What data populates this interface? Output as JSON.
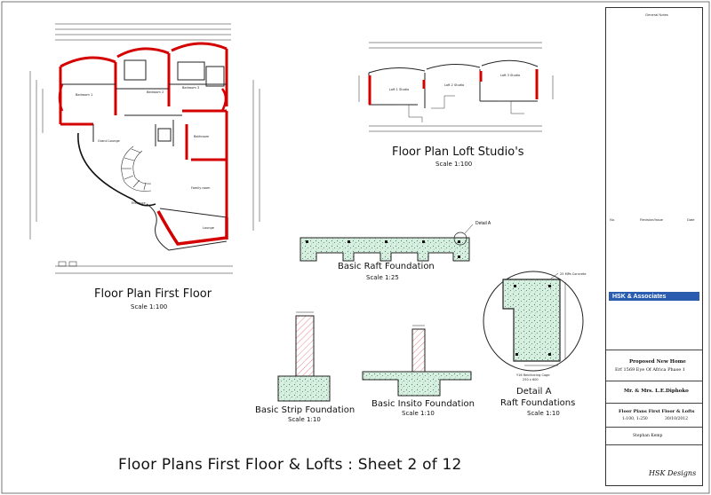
{
  "drawings": {
    "first_floor": {
      "title": "Floor Plan First Floor",
      "scale": "Scale 1:100"
    },
    "loft": {
      "title": "Floor Plan Loft Studio's",
      "scale": "Scale 1:100"
    },
    "raft": {
      "title": "Basic Raft Foundation",
      "scale": "Scale 1:25"
    },
    "strip": {
      "title": "Basic Strip Foundation",
      "scale": "Scale 1:10"
    },
    "insito": {
      "title": "Basic Insito Foundation",
      "scale": "Scale 1:10"
    },
    "detail_a": {
      "title": "Detail A",
      "subtitle": "Raft Foundations",
      "scale": "Scale 1:10",
      "callout": "Detail A"
    }
  },
  "sheet_title": "Floor Plans First Floor & Lofts : Sheet 2 of 12",
  "title_block": {
    "general_notes": "General Notes",
    "revision_header": {
      "no": "No.",
      "desc": "Revision/Issue",
      "date": "Date"
    },
    "firm": "HSK & Associates",
    "project_name": "Proposed New Home",
    "project_address": "Erf 1569 Eye Of Africa Phase 1",
    "client": "Mr. & Mrs. L.E.Diphoko",
    "drawing_title": "Floor Plans First Floor & Lofts",
    "scale_value": "1:100, 1:250",
    "date_value": "30/10/2012",
    "drawn_by": "Stephan Kemp",
    "signature": "HSK Designs"
  },
  "colors": {
    "wall": "#d40000",
    "concrete": "#cfe8d8",
    "reinforcement": "#e87070",
    "banner": "#2a5db0"
  }
}
